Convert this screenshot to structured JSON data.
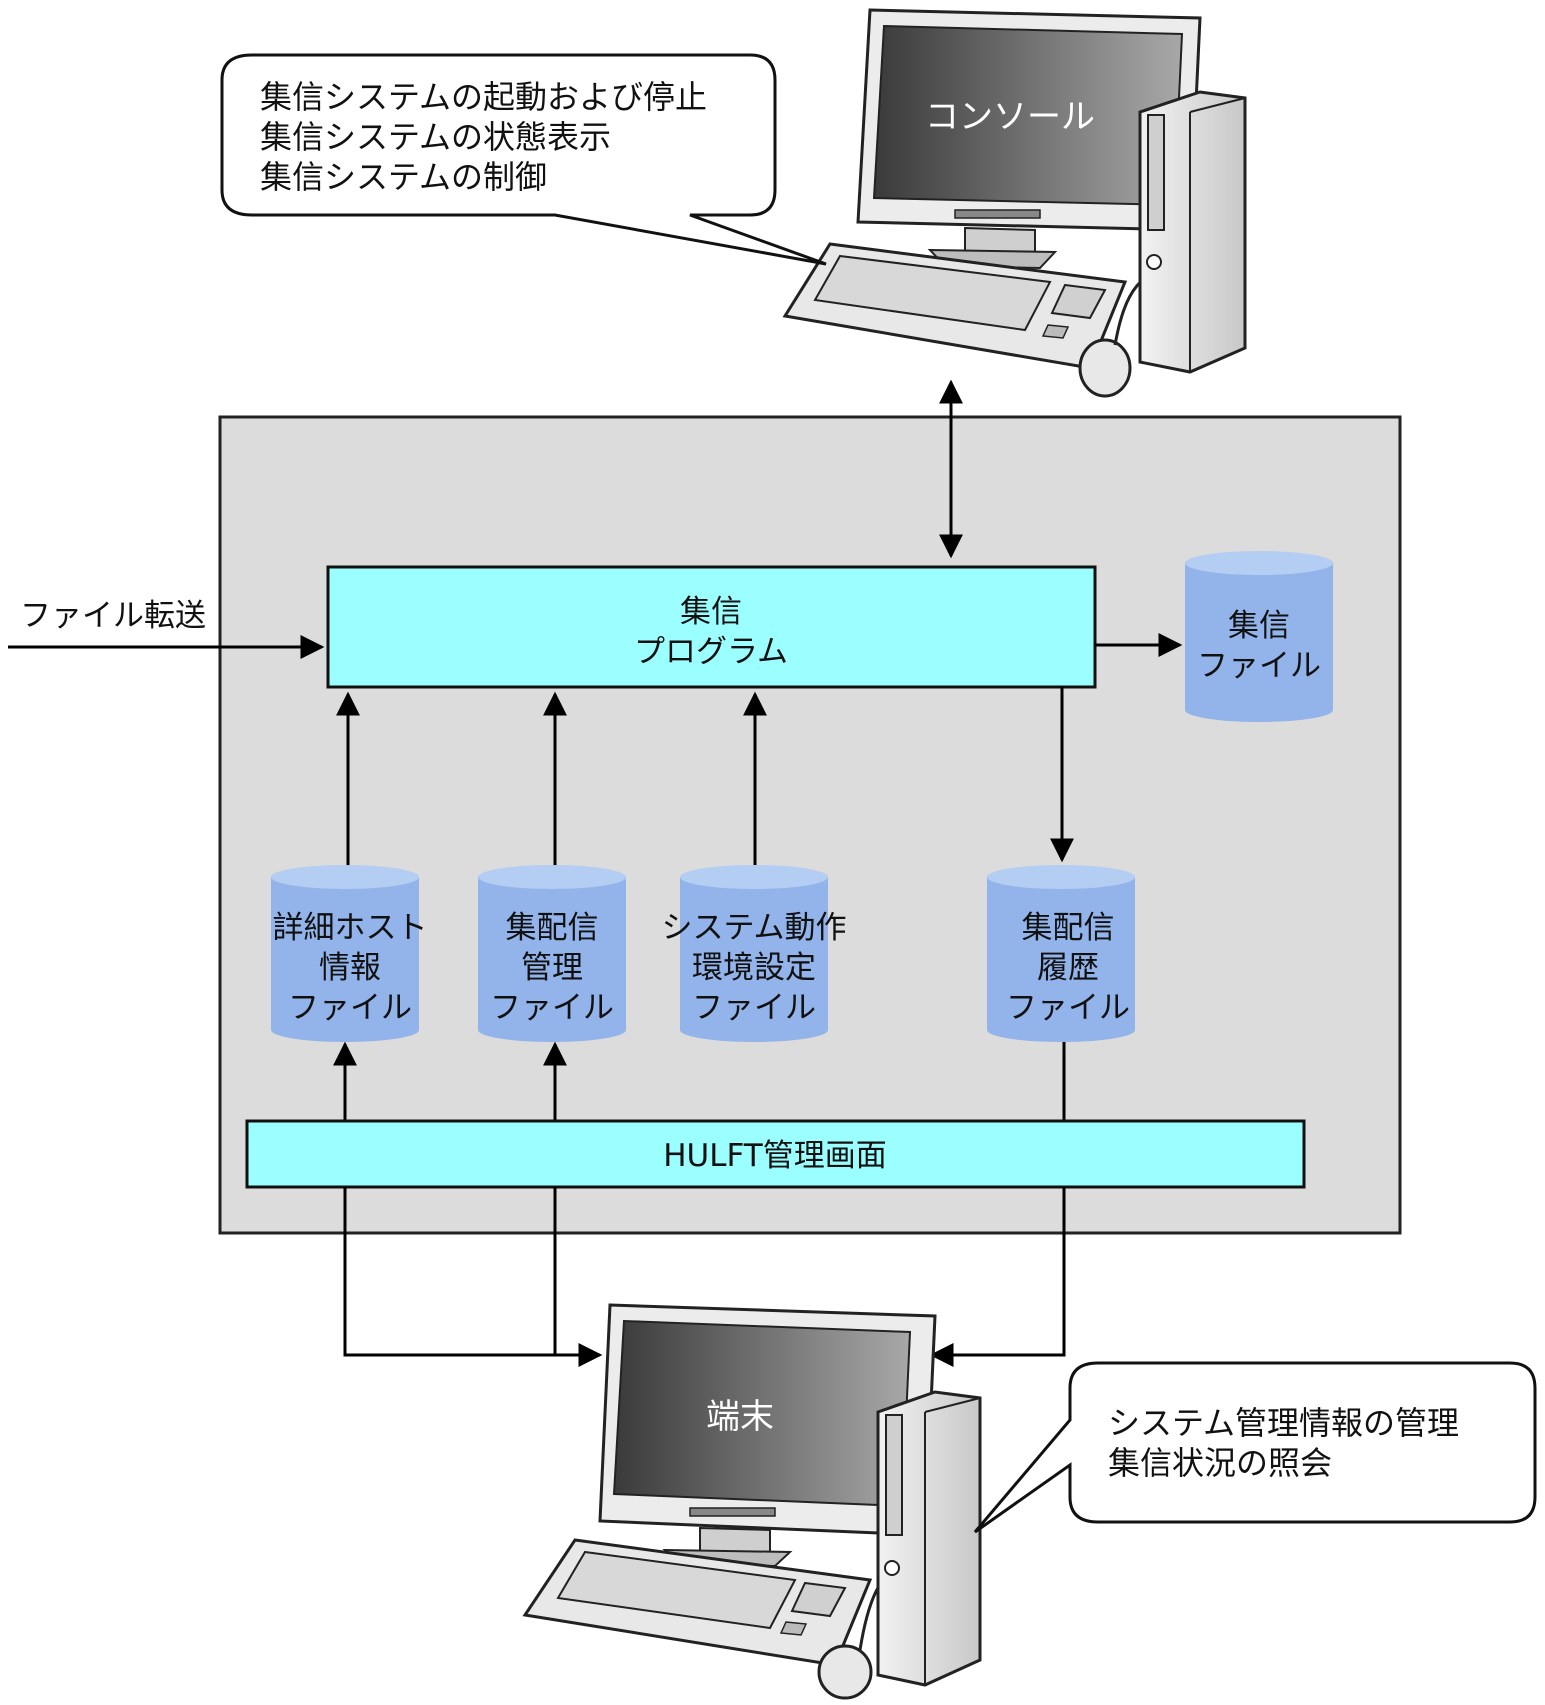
{
  "console": {
    "screen_label": "コンソール",
    "bubble_lines": [
      "集信システムの起動および停止",
      "集信システムの状態表示",
      "集信システムの制御"
    ]
  },
  "terminal": {
    "screen_label": "端末",
    "bubble_lines": [
      "システム管理情報の管理",
      "集信状況の照会"
    ]
  },
  "file_transfer_label": "ファイル転送",
  "program_box": {
    "lines": [
      "集信",
      "プログラム"
    ]
  },
  "receive_file": {
    "lines": [
      "集信",
      "ファイル"
    ]
  },
  "databases": [
    {
      "lines": [
        "詳細ホスト",
        "情報",
        "ファイル"
      ]
    },
    {
      "lines": [
        "集配信",
        "管理",
        "ファイル"
      ]
    },
    {
      "lines": [
        "システム動作",
        "環境設定",
        "ファイル"
      ]
    },
    {
      "lines": [
        "集配信",
        "履歴",
        "ファイル"
      ]
    }
  ],
  "management_screen_label": "HULFT管理画面",
  "colors": {
    "panel_bg": "#dcdcdc",
    "box_fill": "#9cffff",
    "db_fill": "#92b4ea",
    "db_top": "#b4cdf3",
    "screen_dark": "#3c3c3c",
    "screen_light": "#9a9a9a"
  }
}
